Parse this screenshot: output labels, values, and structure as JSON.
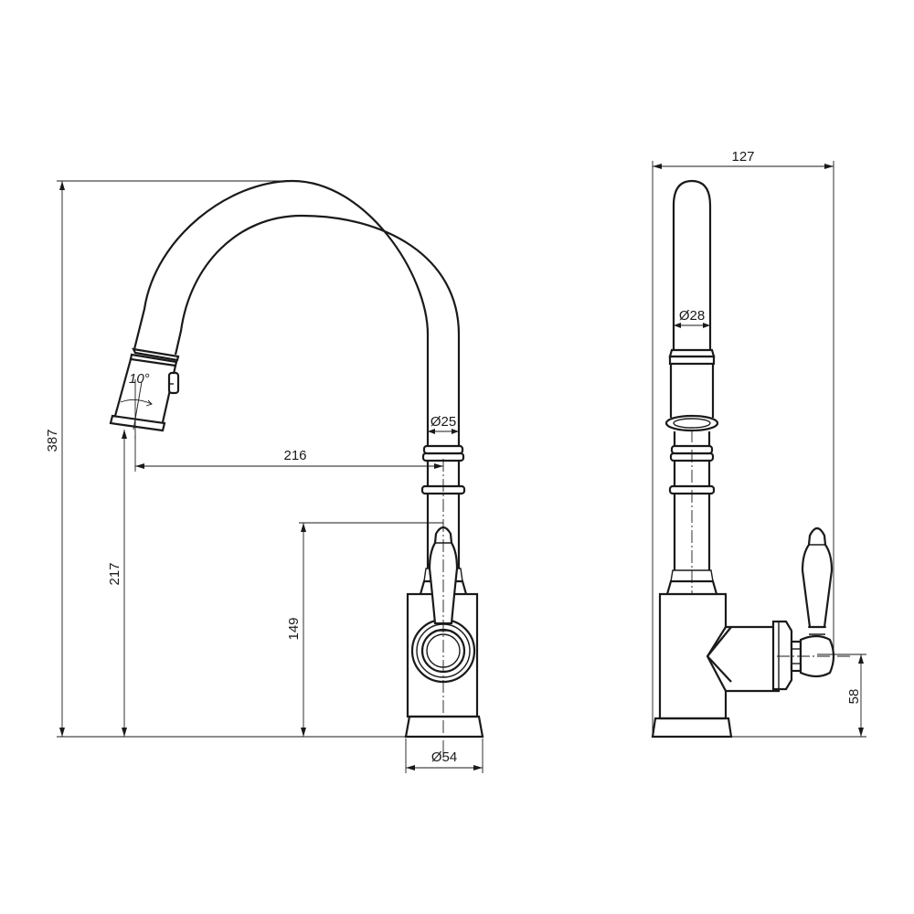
{
  "dimensions": {
    "height_total": "387",
    "height_spout": "217",
    "height_handle": "149",
    "reach": "216",
    "spout_diameter": "Ø25",
    "base_diameter": "Ø54",
    "depth_total": "127",
    "head_diameter": "Ø28",
    "handle_axis_height": "58"
  },
  "annotations": {
    "swivel_angle": "10°"
  }
}
